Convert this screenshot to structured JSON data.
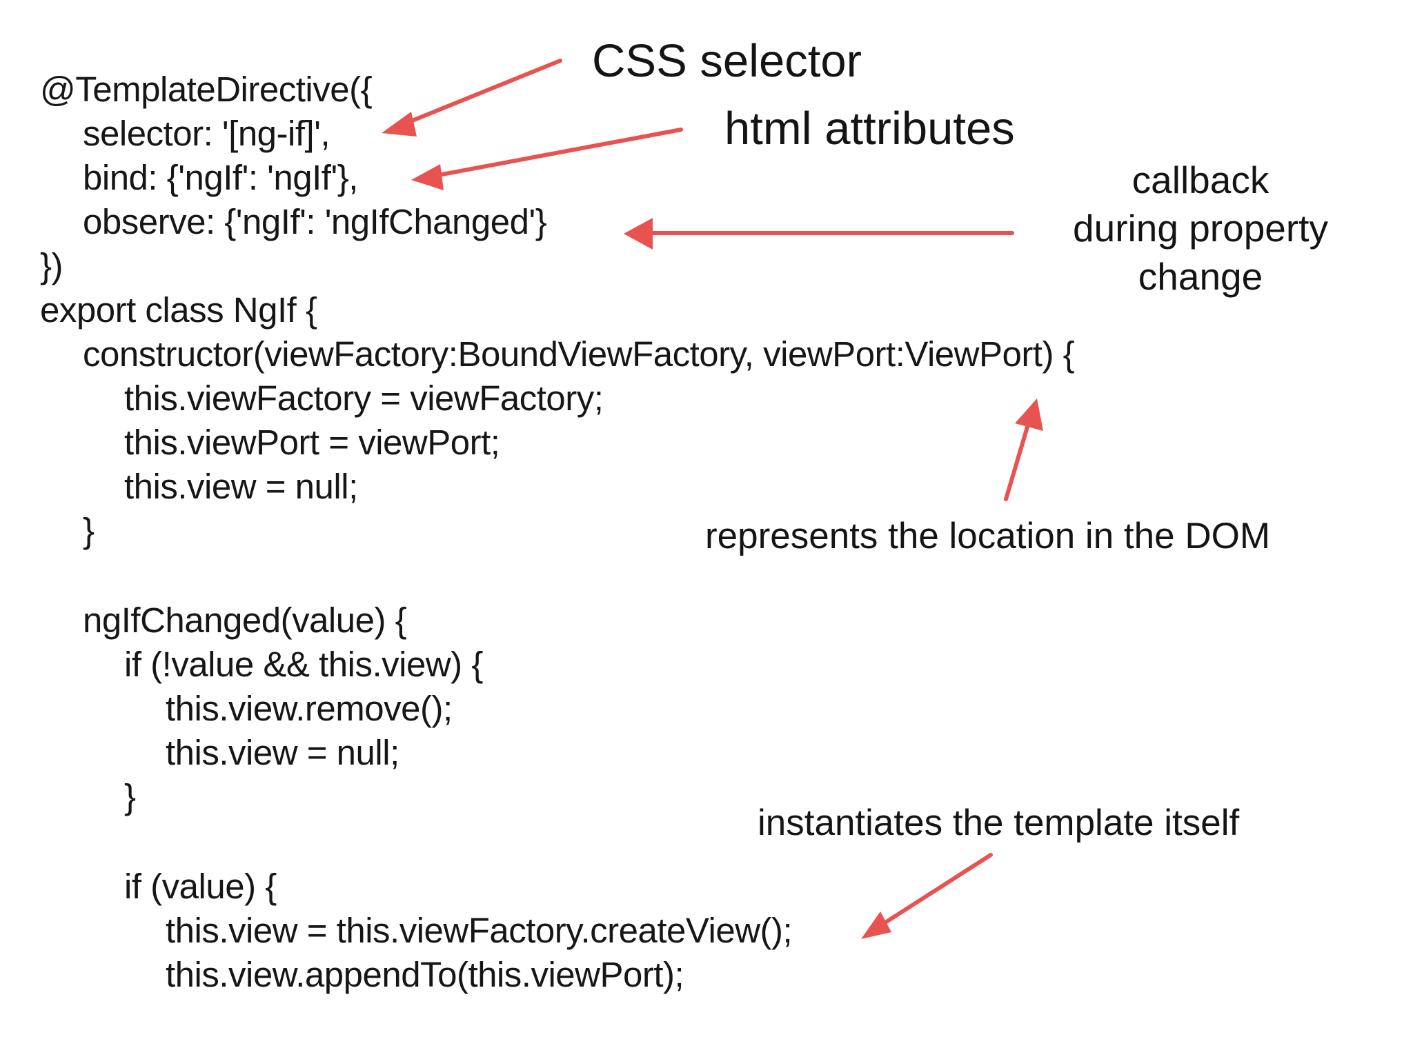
{
  "code": {
    "lines": [
      "@TemplateDirective({",
      "selector: '[ng-if]',",
      "bind: {'ngIf': 'ngIf'},",
      "observe: {'ngIf': 'ngIfChanged'}",
      "})",
      "export class NgIf {",
      "constructor(viewFactory:BoundViewFactory, viewPort:ViewPort) {",
      "this.viewFactory = viewFactory;",
      "this.viewPort = viewPort;",
      "this.view = null;",
      "}",
      "ngIfChanged(value) {",
      "if (!value && this.view) {",
      "this.view.remove();",
      "this.view = null;",
      "}",
      "if (value) {",
      "this.view = this.viewFactory.createView();",
      "this.view.appendTo(this.viewPort);"
    ]
  },
  "annotations": {
    "css_selector": "CSS selector",
    "html_attributes": "html attributes",
    "callback": [
      "callback",
      "during property",
      "change"
    ],
    "dom_location": "represents the location in the DOM",
    "instantiates": "instantiates the template itself"
  },
  "colors": {
    "arrow": "#e8524f",
    "text": "#141414",
    "background": "#ffffff"
  }
}
